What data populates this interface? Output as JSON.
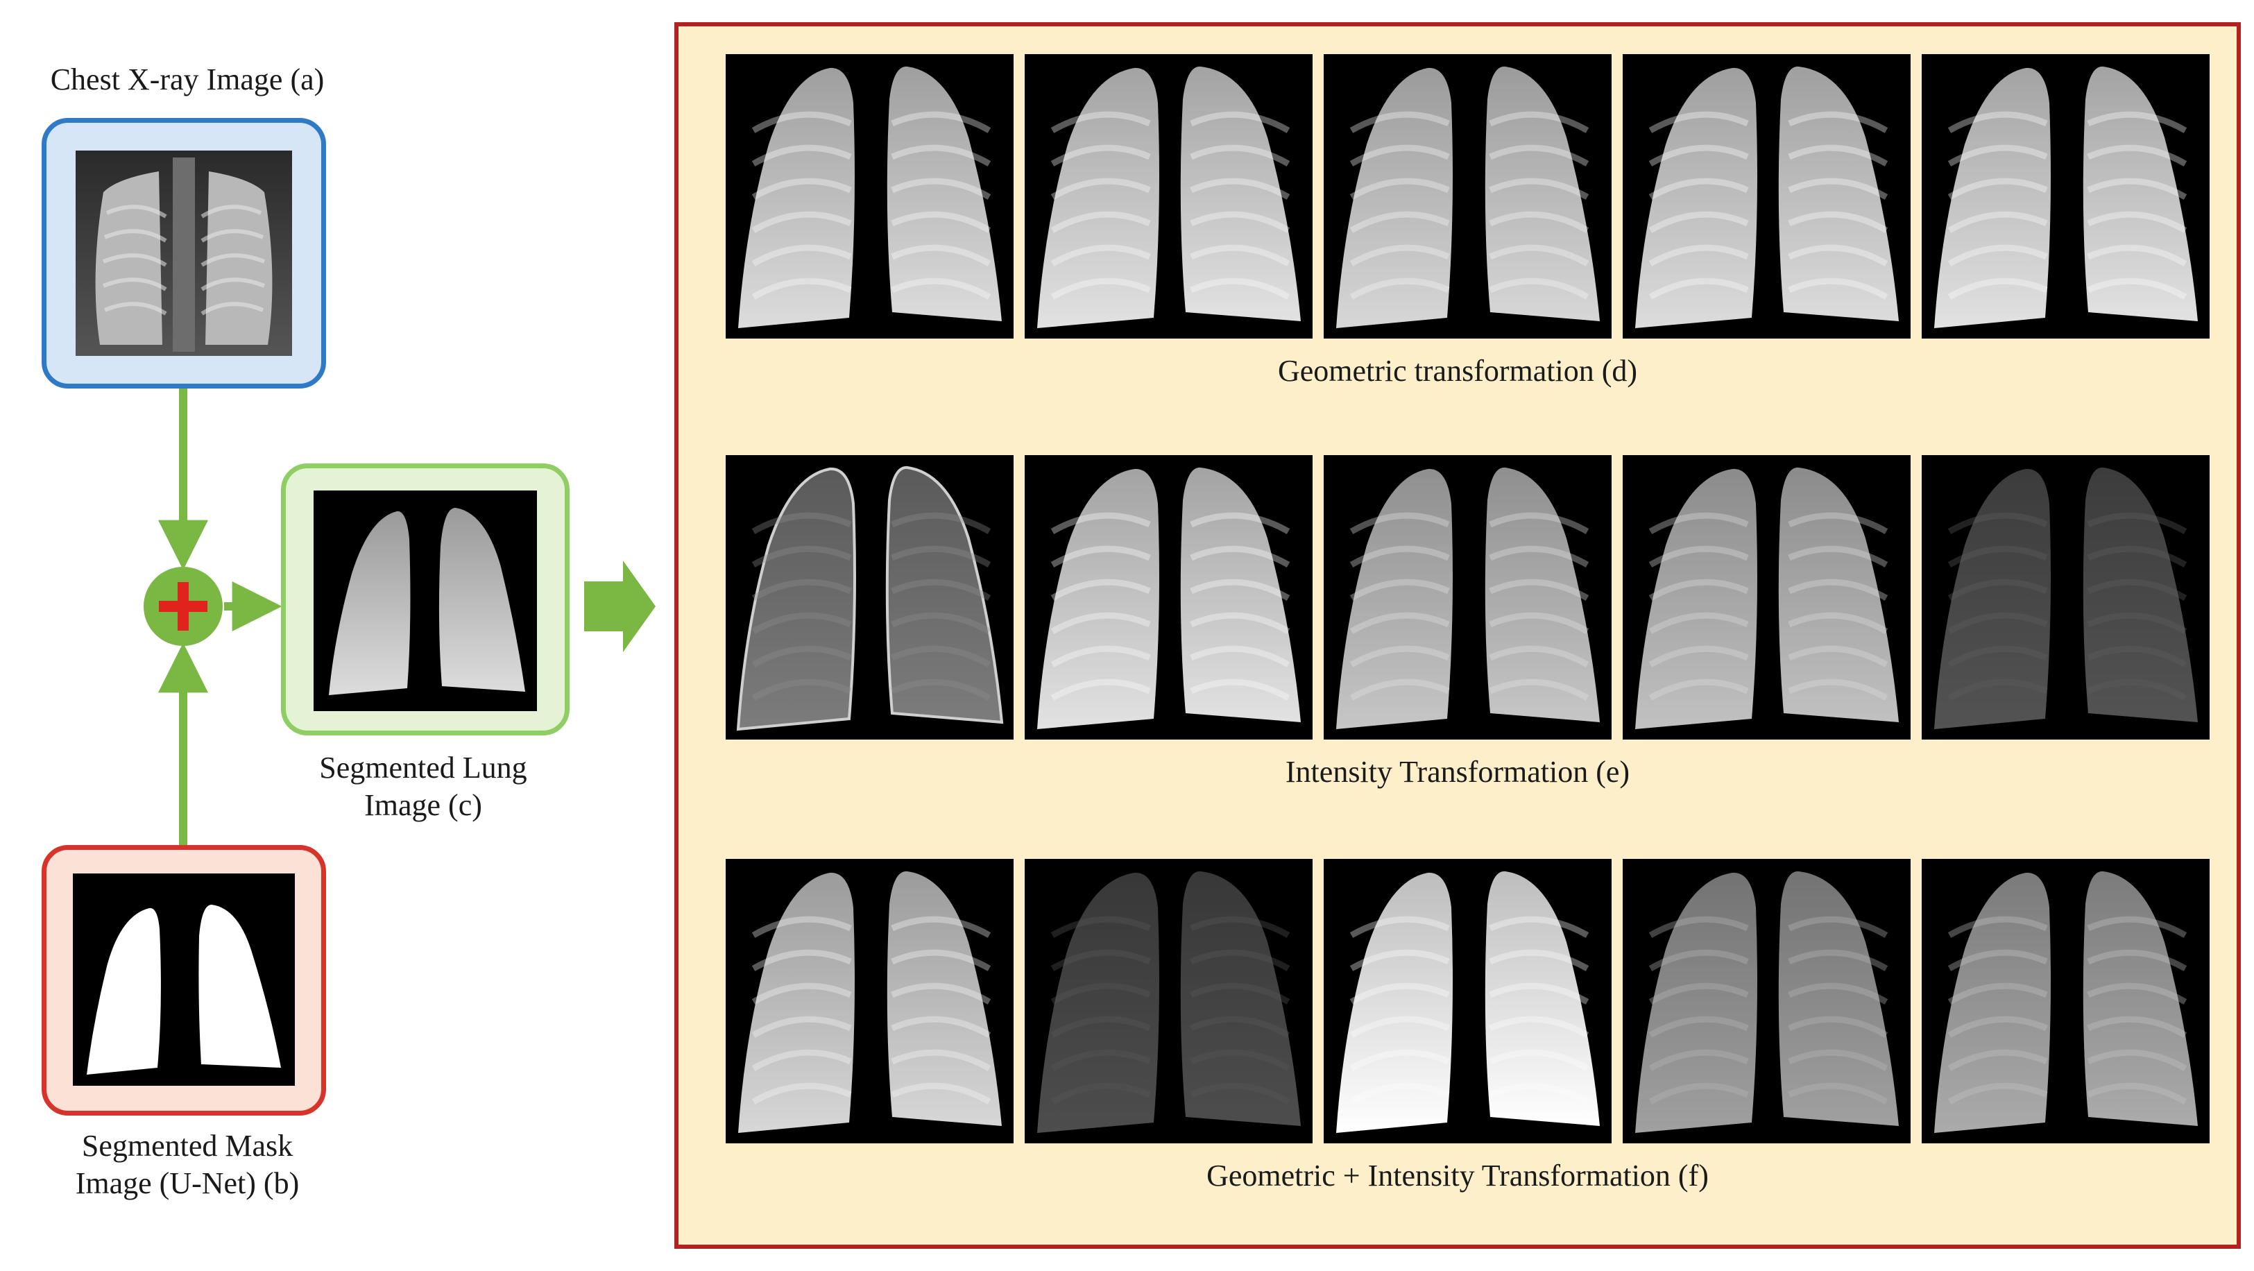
{
  "left": {
    "xray_label": "Chest X-ray Image (a)",
    "mask_label_line1": "Segmented Mask",
    "mask_label_line2": "Image (U-Net) (b)",
    "seg_label_line1": "Segmented Lung",
    "seg_label_line2": "Image (c)"
  },
  "panel": {
    "rows": [
      {
        "caption": "Geometric transformation (d)",
        "variant": "geometric",
        "brightness": [
          0.8,
          0.82,
          0.78,
          0.8,
          0.82
        ]
      },
      {
        "caption": "Intensity Transformation (e)",
        "variant": "intensity",
        "brightness": [
          0.45,
          0.82,
          0.72,
          0.7,
          0.3
        ]
      },
      {
        "caption": "Geometric + Intensity  Transformation (f)",
        "variant": "combined",
        "brightness": [
          0.78,
          0.28,
          0.95,
          0.58,
          0.62
        ]
      }
    ]
  },
  "colors": {
    "accent_green": "#7bb743",
    "plus_red": "#e0231c",
    "panel_border": "#b32020",
    "panel_bg": "#fcefc9"
  }
}
